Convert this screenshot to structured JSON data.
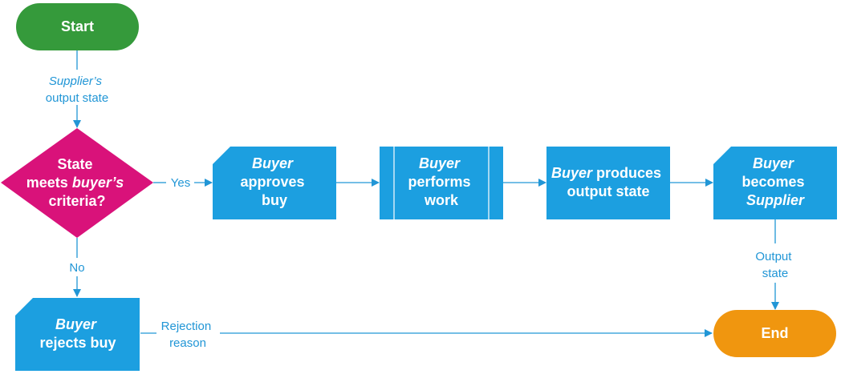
{
  "colors": {
    "green": "#359a3b",
    "magenta": "#d9127a",
    "blue": "#1c9fe0",
    "orange": "#f0960f",
    "edge": "#2196d6"
  },
  "nodes": {
    "start": {
      "label": "Start"
    },
    "decision": {
      "line1": "State",
      "line2a": "meets ",
      "line2b": "buyer’s",
      "line3": "criteria?"
    },
    "approves": {
      "line1": "Buyer",
      "line2": "approves",
      "line3": "buy"
    },
    "performs": {
      "line1": "Buyer",
      "line2": "performs",
      "line3": "work"
    },
    "produces": {
      "line1a": "Buyer",
      "line1b": " produces",
      "line2": "output state"
    },
    "becomes": {
      "line1": "Buyer",
      "line2": "becomes",
      "line3": "Supplier"
    },
    "rejects": {
      "line1": "Buyer",
      "line2": "rejects buy"
    },
    "end": {
      "label": "End"
    }
  },
  "edges": {
    "supplier_output": {
      "line1": "Supplier’s",
      "line2": "output state"
    },
    "yes": {
      "label": "Yes"
    },
    "no": {
      "label": "No"
    },
    "output_state": {
      "line1": "Output",
      "line2": "state"
    },
    "rejection": {
      "line1": "Rejection",
      "line2": "reason"
    }
  }
}
